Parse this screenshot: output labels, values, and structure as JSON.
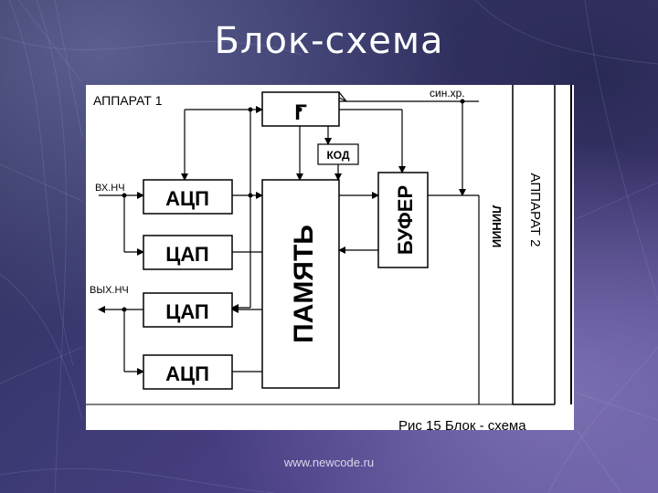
{
  "slide": {
    "title": "Блок-схема",
    "footer": "www.newcode.ru"
  },
  "diagram": {
    "labels": {
      "apparatus1": "АППАРАТ 1",
      "apparatus2": "АППАРАТ 2",
      "sync": "син.хр.",
      "generator": "Г",
      "code": "КОД",
      "in_lf": "ВХ.НЧ",
      "out_lf": "ВЫХ.НЧ",
      "adc_top": "АЦП",
      "dac_top": "ЦАП",
      "dac_bottom": "ЦАП",
      "adc_bottom": "АЦП",
      "memory": "ПАМЯТЬ",
      "buffer": "БУФЕР",
      "lines": "ЛИНИИ"
    },
    "caption_prefix": "Рис 15",
    "caption_text": "Блок - схема"
  }
}
